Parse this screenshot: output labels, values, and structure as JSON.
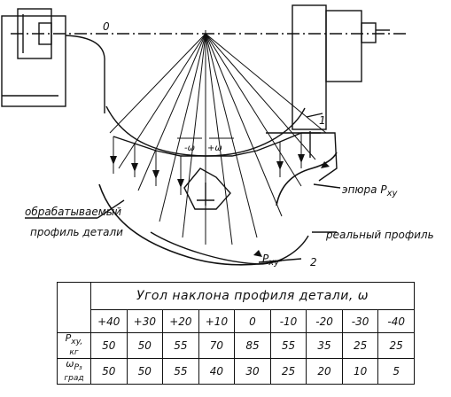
{
  "diagram": {
    "labels": {
      "zero": "0",
      "one": "1",
      "two": "2",
      "minus_omega": "-ω",
      "plus_omega": "+ω",
      "epure": "эпюра P",
      "epure_sub": "xy",
      "processed_1": "обрабатываемый",
      "processed_2": "профиль детали",
      "real_profile": "реальный профиль",
      "pxy": "P",
      "pxy_sub": "xy"
    }
  },
  "table": {
    "title": "Угол наклона профиля детали, ω",
    "angles": [
      "+40",
      "+30",
      "+20",
      "+10",
      "0",
      "-10",
      "-20",
      "-30",
      "-40"
    ],
    "rows": [
      {
        "label_main": "P",
        "label_sub": "xy,",
        "label_unit": "кг",
        "values": [
          "50",
          "50",
          "55",
          "70",
          "85",
          "55",
          "35",
          "25",
          "25"
        ]
      },
      {
        "label_main": "ω",
        "label_sub": "P₃",
        "label_unit": "град",
        "values": [
          "50",
          "50",
          "55",
          "40",
          "30",
          "25",
          "20",
          "10",
          "5"
        ]
      }
    ]
  }
}
